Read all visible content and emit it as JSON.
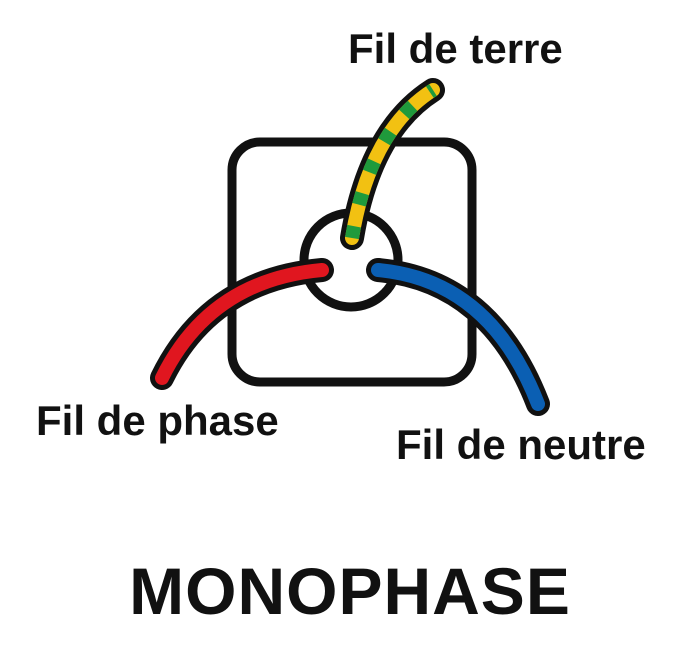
{
  "labels": {
    "earth_wire": "Fil de terre",
    "phase_wire": "Fil de phase",
    "neutral_wire": "Fil de neutre"
  },
  "title": "MONOPHASE",
  "colors": {
    "outline": "#111111",
    "phase": "#e0161f",
    "neutral": "#0b5fb3",
    "earth_yellow": "#f2c112",
    "earth_green": "#1f9a3c",
    "background": "#ffffff"
  }
}
